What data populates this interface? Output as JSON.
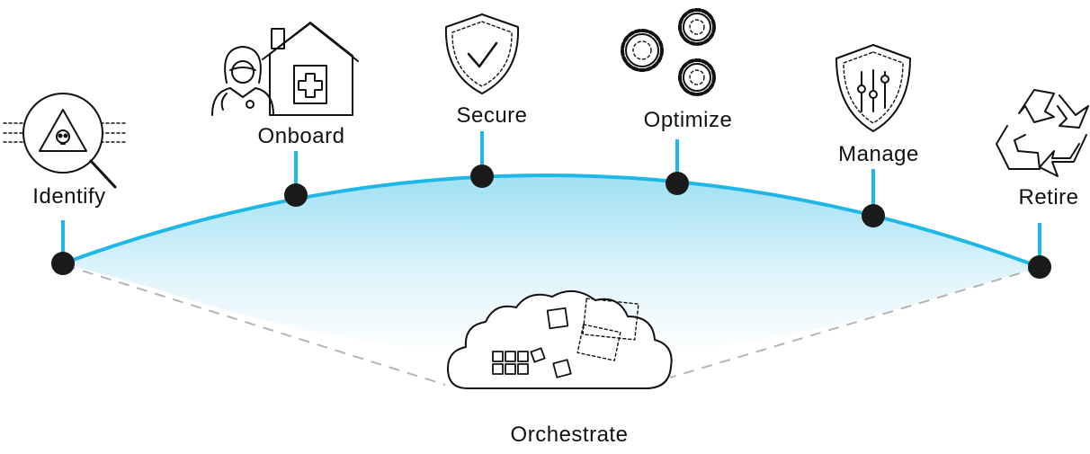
{
  "stages": [
    {
      "id": "identify",
      "label": "Identify",
      "icon": "warning-skull-magnifier-icon"
    },
    {
      "id": "onboard",
      "label": "Onboard",
      "icon": "nurse-hospital-icon"
    },
    {
      "id": "secure",
      "label": "Secure",
      "icon": "shield-check-icon"
    },
    {
      "id": "optimize",
      "label": "Optimize",
      "icon": "gears-icon"
    },
    {
      "id": "manage",
      "label": "Manage",
      "icon": "shield-sliders-icon"
    },
    {
      "id": "retire",
      "label": "Retire",
      "icon": "recycle-icon"
    }
  ],
  "center": {
    "label": "Orchestrate",
    "icon": "cloud-blocks-icon"
  },
  "colors": {
    "arc": "#1fb7e6",
    "fill_top": "#b9e9f6",
    "node": "#1a1a1a",
    "dashed": "#b5b5b5"
  }
}
